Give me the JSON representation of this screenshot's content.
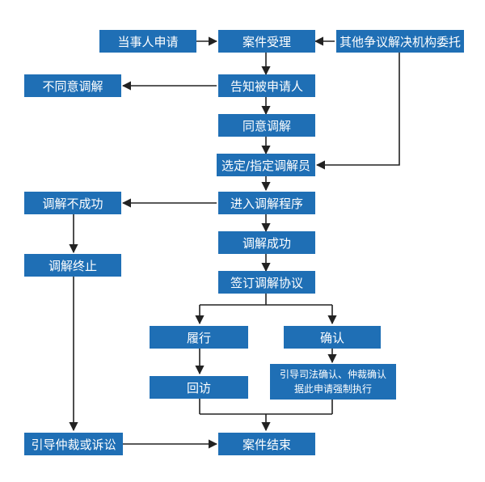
{
  "nodes": {
    "party_apply": "当事人申请",
    "case_accept": "案件受理",
    "other_org": "其他争议解决机构委托",
    "notify": "告知被申请人",
    "disagree": "不同意调解",
    "agree": "同意调解",
    "select_mediator": "选定/指定调解员",
    "enter_procedure": "进入调解程序",
    "mediation_fail": "调解不成功",
    "mediation_success": "调解成功",
    "sign_agreement": "签订调解协议",
    "mediation_end": "调解终止",
    "perform": "履行",
    "confirm": "确认",
    "revisit": "回访",
    "guide_line1": "引导司法确认、仲裁确认",
    "guide_line2": "据此申请强制执行",
    "guide_arbitration": "引导仲裁或诉讼",
    "case_close": "案件结束"
  },
  "colors": {
    "box": "#1f6fb5",
    "line": "#222222"
  }
}
